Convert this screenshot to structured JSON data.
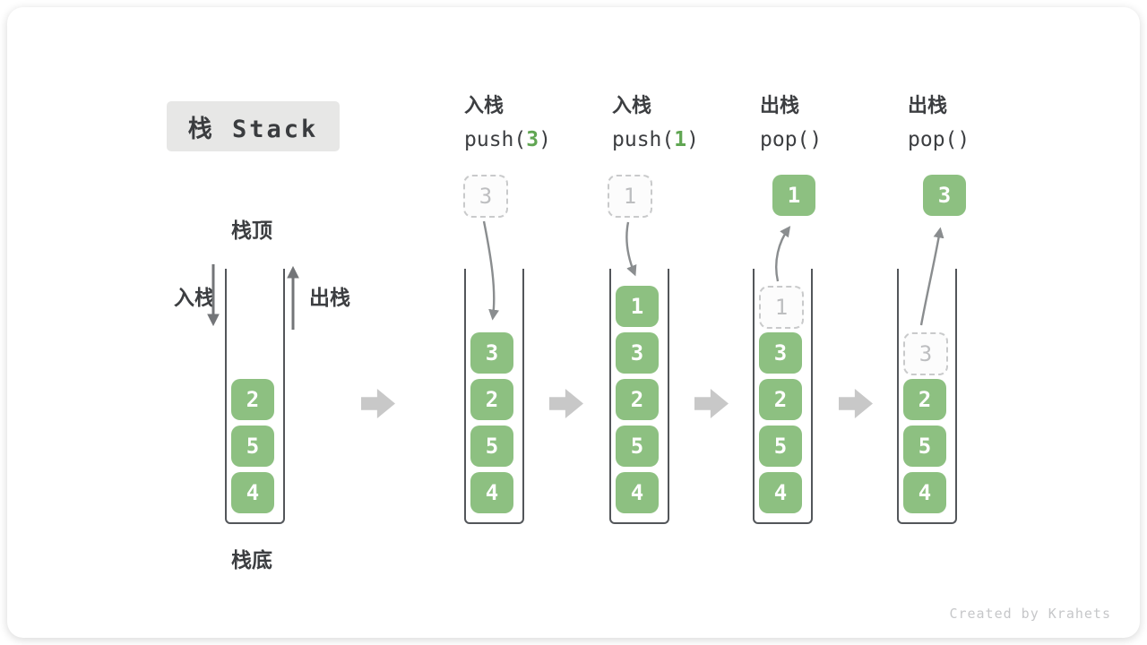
{
  "title": "栈 Stack",
  "watermark": "Created by Krahets",
  "legend": {
    "stack_top": "栈顶",
    "stack_bottom": "栈底",
    "push_side": "入栈",
    "pop_side": "出栈"
  },
  "colors": {
    "block_green": "#8dc081",
    "code_arg_green": "#61a653",
    "ghost_border": "#c9cacb",
    "ghost_text": "#bdbec0",
    "flow_arrow_gray": "#8a8d8f",
    "side_arrow_gray": "#737578",
    "stage_arrow_gray": "#c8c8c8",
    "container_wall": "#53565a",
    "text_dark": "#3c3e41",
    "title_box_bg": "#e7e7e6"
  },
  "stages": [
    {
      "name": "initial",
      "cells": [
        "2",
        "5",
        "4"
      ]
    },
    {
      "name": "push-3",
      "op_label": "入栈",
      "code_pre": "push(",
      "code_arg": "3",
      "code_post": ")",
      "float_value": "3",
      "cells": [
        "3",
        "2",
        "5",
        "4"
      ]
    },
    {
      "name": "push-1",
      "op_label": "入栈",
      "code_pre": "push(",
      "code_arg": "1",
      "code_post": ")",
      "float_value": "1",
      "cells": [
        "1",
        "3",
        "2",
        "5",
        "4"
      ]
    },
    {
      "name": "pop-1",
      "op_label": "出栈",
      "code_pre": "pop(",
      "code_arg": "",
      "code_post": ")",
      "float_value": "1",
      "cells": [
        "1",
        "3",
        "2",
        "5",
        "4"
      ]
    },
    {
      "name": "pop-3",
      "op_label": "出栈",
      "code_pre": "pop(",
      "code_arg": "",
      "code_post": ")",
      "float_value": "3",
      "cells": [
        "3",
        "2",
        "5",
        "4"
      ]
    }
  ]
}
